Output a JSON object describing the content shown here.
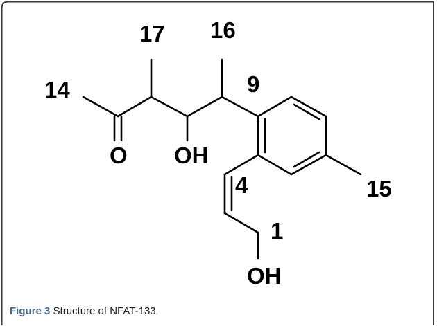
{
  "diagram": {
    "atom_labels": {
      "c14": "14",
      "c17": "17",
      "c16": "16",
      "c9": "9",
      "o_ketone": "O",
      "oh_mid": "OH",
      "c4": "4",
      "c15": "15",
      "c1": "1",
      "oh_end": "OH"
    }
  },
  "caption": {
    "figure": "Figure 3",
    "text": " Structure of NFAT-133",
    "end": "."
  },
  "colors": {
    "border": "#3a3a3a",
    "bond": "#000000",
    "figure_label": "#4a6a8a"
  }
}
